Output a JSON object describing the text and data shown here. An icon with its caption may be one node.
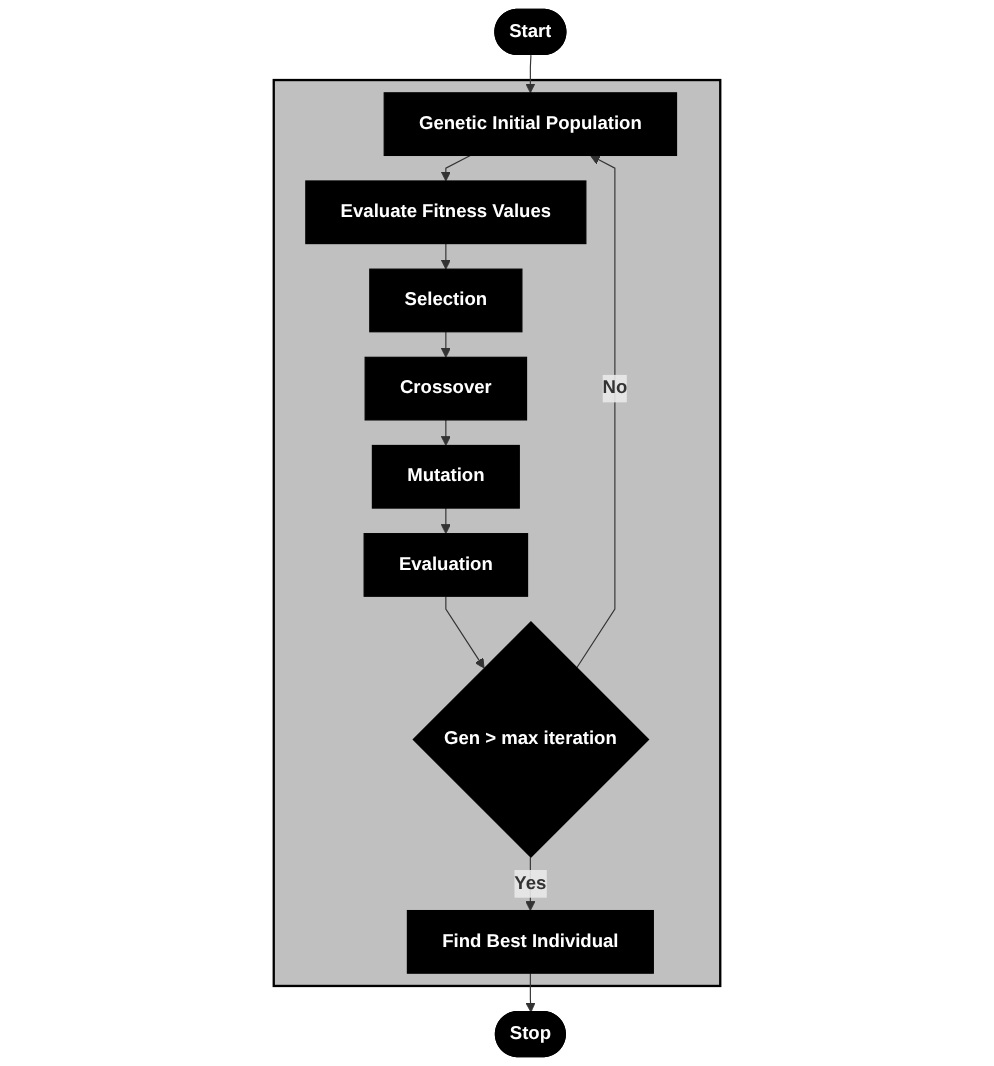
{
  "diagram": {
    "nodes": [
      {
        "text": [],
        "shape": "box"
      },
      {
        "text": [
          "Start"
        ]
      },
      {
        "text": [
          "Genetic Initial Population"
        ],
        "in": 0
      },
      {
        "text": [
          "Evaluate Fitness Values"
        ],
        "in": 0
      },
      {
        "text": [
          "Selection"
        ],
        "in": 0
      },
      {
        "text": [
          "Crossover"
        ],
        "in": 0
      },
      {
        "text": [
          "Mutation"
        ],
        "in": 0
      },
      {
        "text": [
          "Evaluation"
        ],
        "in": 0
      },
      {
        "text": [
          "Gen > max iteration"
        ],
        "in": 0
      },
      {
        "text": [
          "Find Best Individual"
        ],
        "in": 0
      },
      {
        "text": [
          "Stop"
        ]
      }
    ],
    "edges": [
      {
        "from": 1,
        "to": 2,
        "arrow": "to"
      },
      {
        "from": 2,
        "to": 3,
        "arrow": "to"
      },
      {
        "from": 3,
        "to": 4,
        "arrow": "to"
      },
      {
        "from": 4,
        "to": 5,
        "arrow": "to"
      },
      {
        "from": 5,
        "to": 6,
        "arrow": "to"
      },
      {
        "from": 6,
        "to": 7,
        "arrow": "to"
      },
      {
        "from": 7,
        "to": 8,
        "arrow": "to"
      },
      {
        "from": 8,
        "to": 2,
        "label": "No",
        "arrow": "to"
      },
      {
        "from": 8,
        "to": 9,
        "label": "Yes",
        "arrow": "to"
      },
      {
        "from": 9,
        "to": 10,
        "arrow": "to"
      }
    ]
  }
}
